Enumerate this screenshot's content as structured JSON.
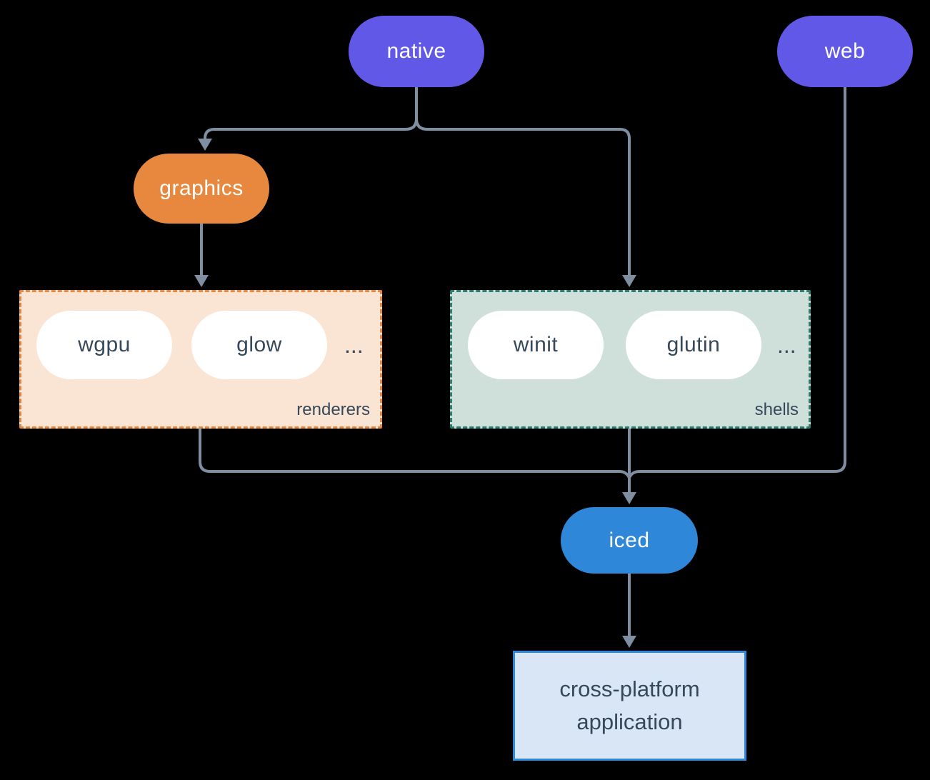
{
  "colors": {
    "bg": "#000000",
    "purple": "#6258e8",
    "orange": "#e8883e",
    "blue": "#2e87d8",
    "line": "#7f8ea0",
    "peach_fill": "#fae4d3",
    "sage_fill": "#cfdfd9",
    "teal_border": "#2d7d6e",
    "app_fill": "#d8e6f6",
    "app_border": "#2f88d8",
    "dark_text": "#36485a",
    "white_text": "#ffffff"
  },
  "nodes": {
    "native": {
      "label": "native"
    },
    "web": {
      "label": "web"
    },
    "graphics": {
      "label": "graphics"
    },
    "iced": {
      "label": "iced"
    },
    "application": {
      "line1": "cross-platform",
      "line2": "application"
    }
  },
  "groups": {
    "renderers": {
      "label": "renderers",
      "items": [
        "wgpu",
        "glow"
      ],
      "more": "..."
    },
    "shells": {
      "label": "shells",
      "items": [
        "winit",
        "glutin"
      ],
      "more": "..."
    }
  }
}
